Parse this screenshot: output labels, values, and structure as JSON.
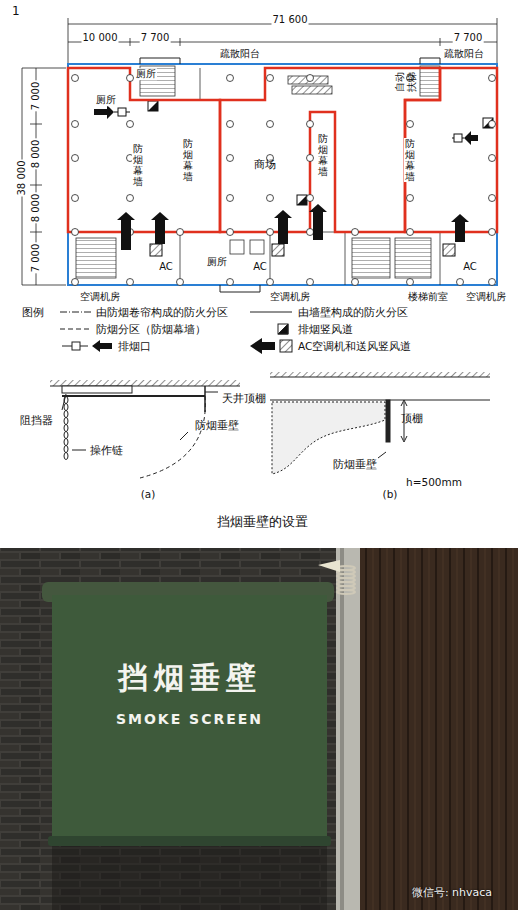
{
  "diagram": {
    "caption": "挡烟垂壁的设置",
    "nodes": [
      {
        "text": [
          "挡烟垂壁",
          "SMOKE SCREEN"
        ]
      }
    ],
    "labels": [
      "1",
      "71 600",
      "10 000",
      "7 700",
      "7 700",
      "38 000",
      "7 000",
      "8 000",
      "8 000",
      "7 000",
      "疏散阳台",
      "疏散阳台",
      "厕所",
      "厕所",
      "自动扶梯",
      "防烟幕墙",
      "防烟幕墙",
      "商场",
      "防烟幕墙",
      "防烟幕墙",
      "厕所",
      "AC",
      "AC",
      "AC",
      "空调机房",
      "空调机房",
      "楼梯前室",
      "空调机房",
      "图例",
      "阻挡器",
      "天井顶棚",
      "操作链",
      "防烟垂壁",
      "(a)",
      "顶棚",
      "防烟垂壁",
      "h=500mm",
      "(b)",
      "微信号: nhvaca"
    ],
    "legend": [
      {
        "text": "由防烟卷帘构成的防火分区"
      },
      {
        "text": "由墙壁构成的防火分区"
      },
      {
        "text": "防烟分区（防烟幕墙）"
      },
      {
        "text": "排烟竖风道"
      },
      {
        "text": "排烟口"
      },
      {
        "text": "AC空调机和送风竖风道"
      }
    ]
  }
}
